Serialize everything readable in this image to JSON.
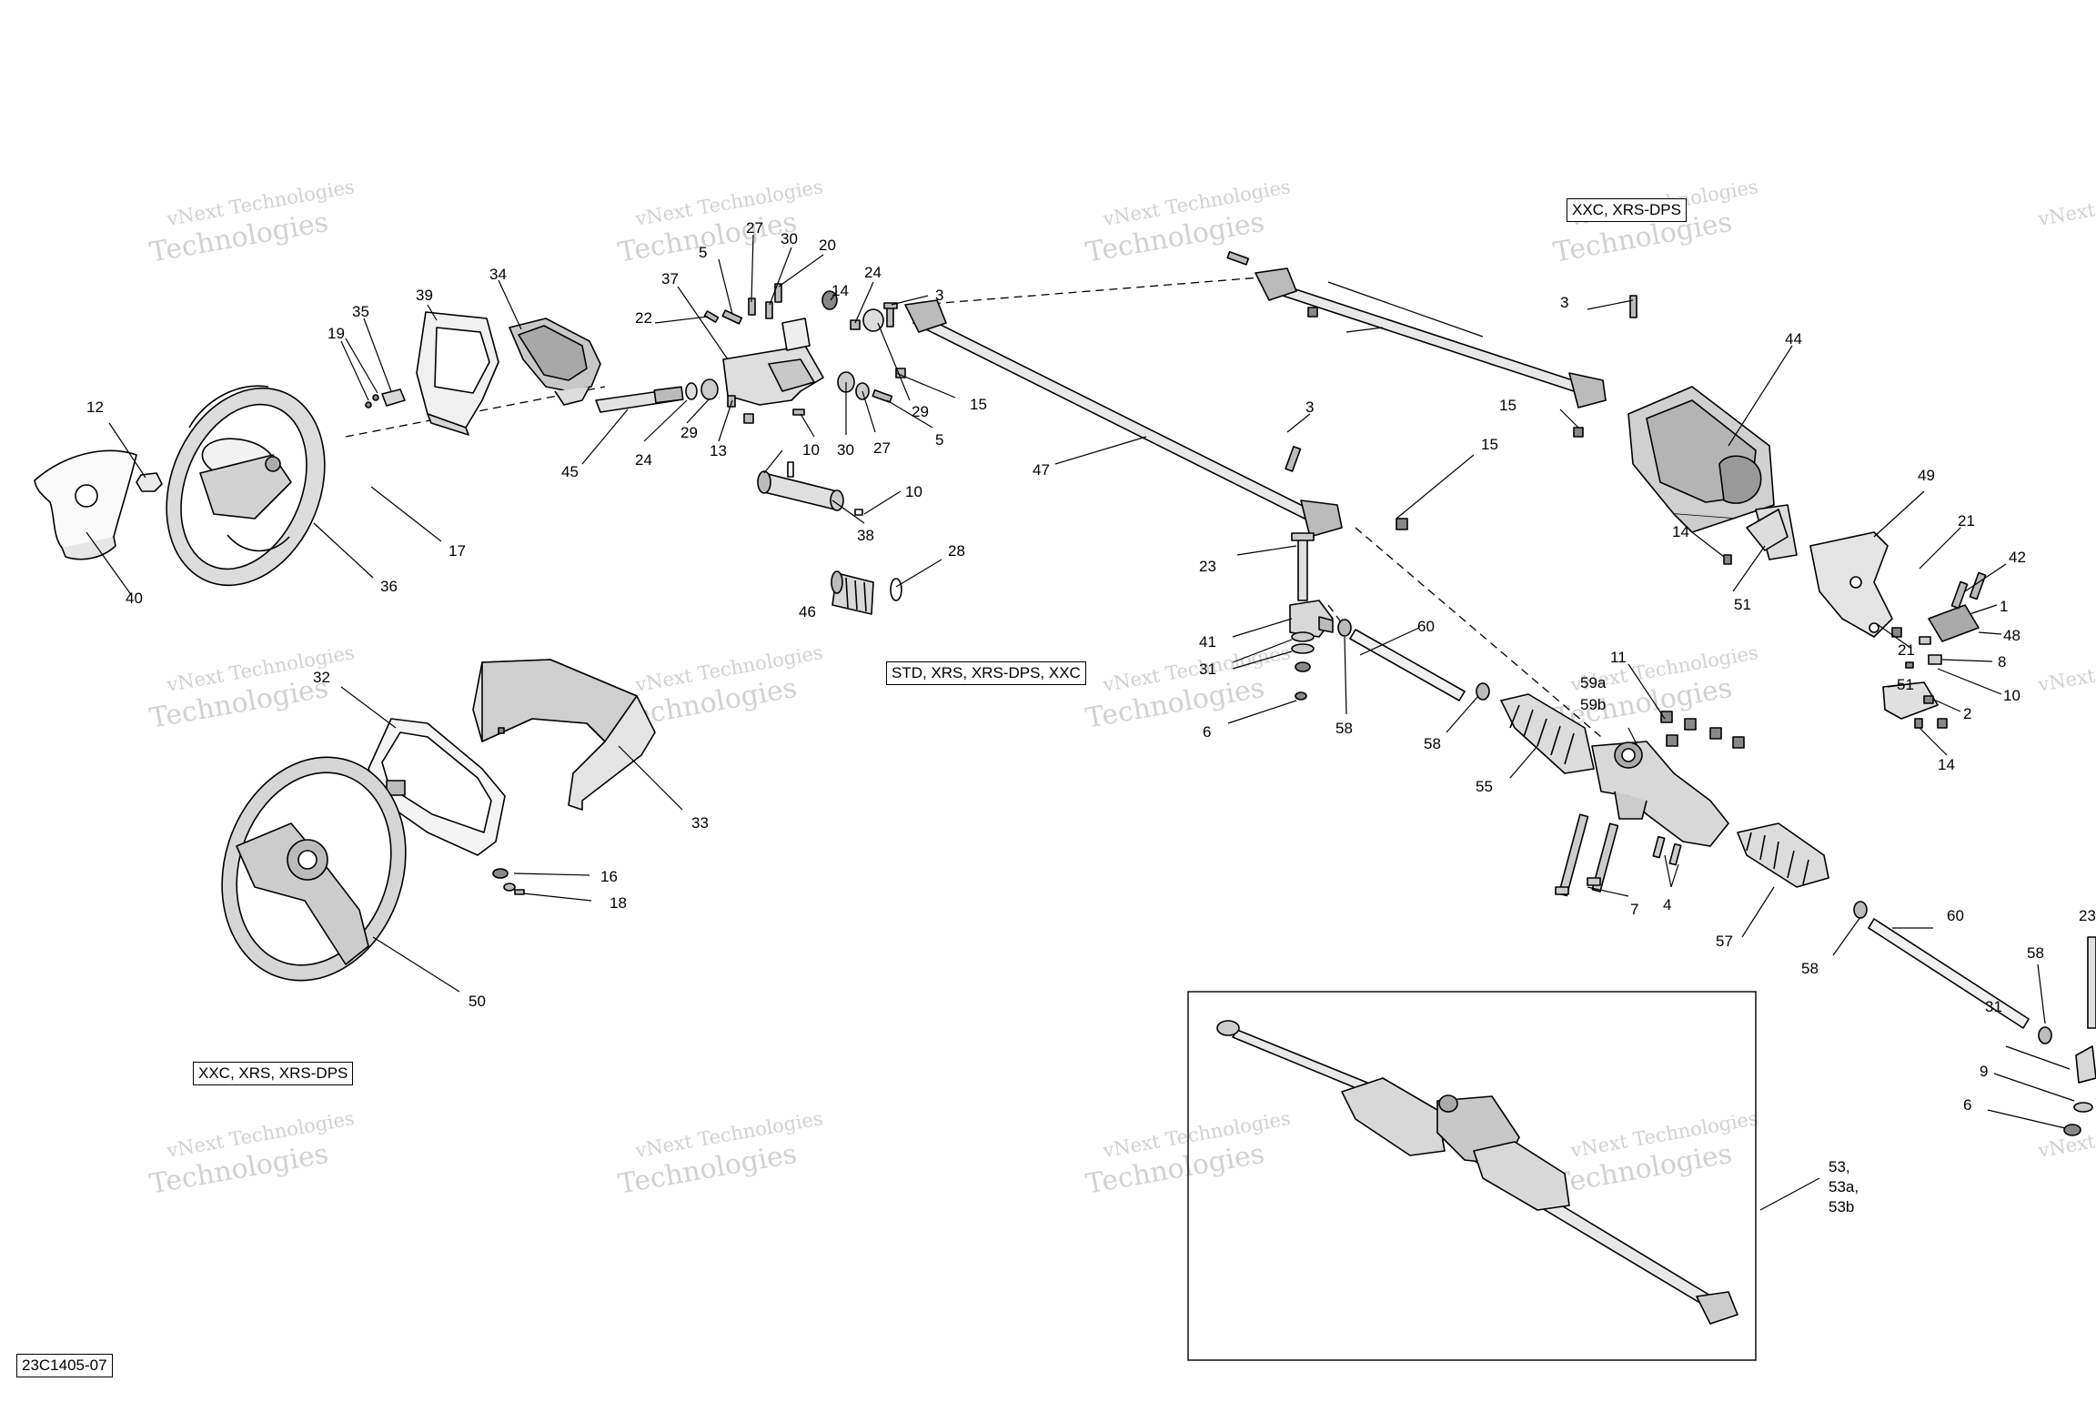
{
  "diagram_id": "23C1405-07",
  "variant_labels": {
    "xxc_xrs_dps": "XXC, XRS-DPS",
    "std_xrs_dps_xxc": "STD, XRS, XRS-DPS, XXC",
    "xxc_xrs_xrs_dps": "XXC, XRS, XRS-DPS"
  },
  "watermark": {
    "line1": "vNext Technologies",
    "line2": "Technologies"
  },
  "callouts": [
    "40",
    "12",
    "36",
    "17",
    "19",
    "35",
    "39",
    "34",
    "45",
    "24",
    "29",
    "13",
    "22",
    "37",
    "5",
    "27",
    "30",
    "20",
    "14",
    "24",
    "3",
    "29",
    "15",
    "10",
    "30",
    "27",
    "5",
    "38",
    "10",
    "28",
    "46",
    "47",
    "3",
    "15",
    "23",
    "41",
    "31",
    "6",
    "58",
    "60",
    "58",
    "55",
    "47",
    "3",
    "15",
    "44",
    "49",
    "21",
    "42",
    "1",
    "48",
    "8",
    "10",
    "51",
    "2",
    "14",
    "14",
    "51",
    "21",
    "11",
    "59a",
    "59b",
    "7",
    "4",
    "57",
    "58",
    "60",
    "23",
    "58",
    "31",
    "9",
    "6",
    "53",
    "53a",
    "53b",
    "32",
    "33",
    "16",
    "18",
    "50"
  ]
}
